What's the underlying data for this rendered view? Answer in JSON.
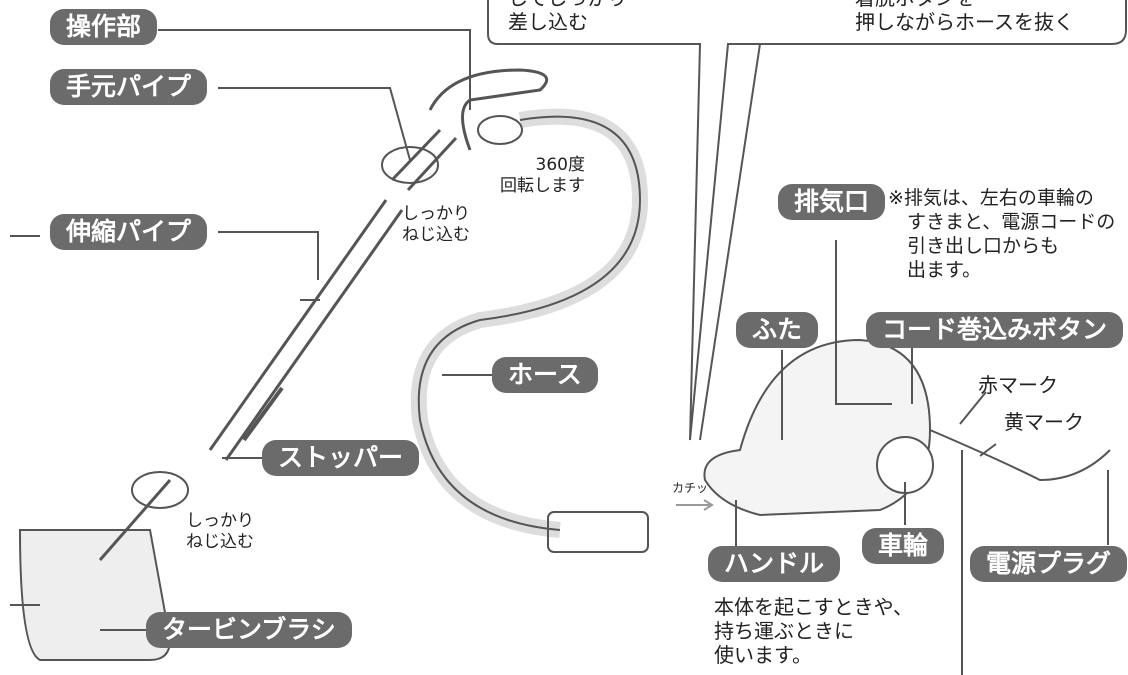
{
  "callouts": {
    "left_text": "してしっかり\n差し込む",
    "right_text": "着脱ボタンを\n押しながらホースを抜く"
  },
  "labels": {
    "control": "操作部",
    "hand_pipe": "手元パイプ",
    "telescopic_pipe": "伸縮パイプ",
    "hose": "ホース",
    "stopper": "ストッパー",
    "turbine_brush": "タービンブラシ",
    "exhaust": "排気口",
    "lid": "ふた",
    "cord_button": "コード巻込みボタン",
    "wheel": "車輪",
    "handle": "ハンドル",
    "power_plug": "電源プラグ"
  },
  "notes": {
    "rotate": "360度\n回転します",
    "screw_top": "しっかり\nねじ込む",
    "screw_bottom": "しっかり\nねじ込む",
    "exhaust_note": "※排気は、左右の車輪の\n　すきまと、電源コードの\n　引き出し口からも\n　出ます。",
    "red_mark": "赤マーク",
    "yellow_mark": "黄マーク",
    "click": "カチッ",
    "handle_note": "本体を起こすときや、\n持ち運ぶときに\n使います。"
  },
  "colors": {
    "label_bg": "#6b6b6b",
    "line": "#555555"
  }
}
